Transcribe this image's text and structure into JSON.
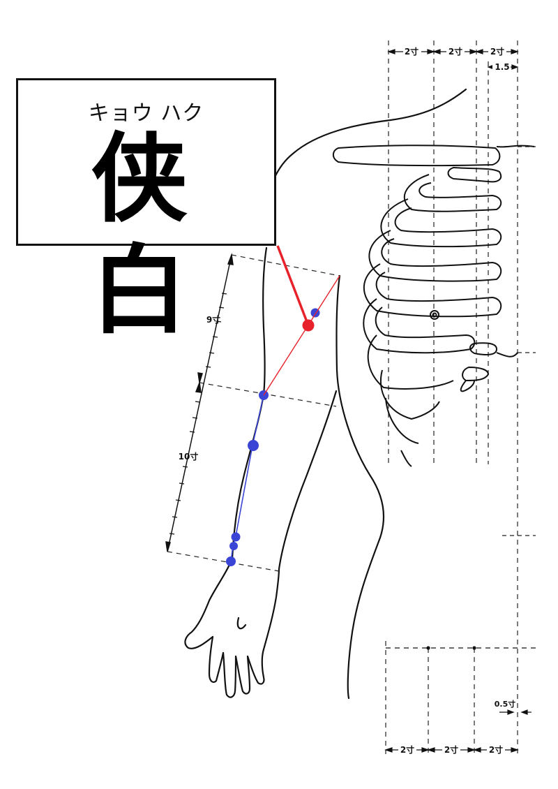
{
  "point": {
    "reading": "キョウ ハク",
    "name": "侠 白"
  },
  "scale_labels": {
    "upper_arm": "9寸",
    "forearm": "10寸",
    "top_1": "2寸",
    "top_2": "2寸",
    "top_3": "2寸",
    "top_4": "1.5",
    "bottom_1": "2寸",
    "bottom_2": "2寸",
    "bottom_3": "2寸",
    "bottom_small": "0.5寸"
  },
  "colors": {
    "highlight": "#e8222a",
    "meridian": "#3a45d6",
    "ink": "#111111"
  }
}
